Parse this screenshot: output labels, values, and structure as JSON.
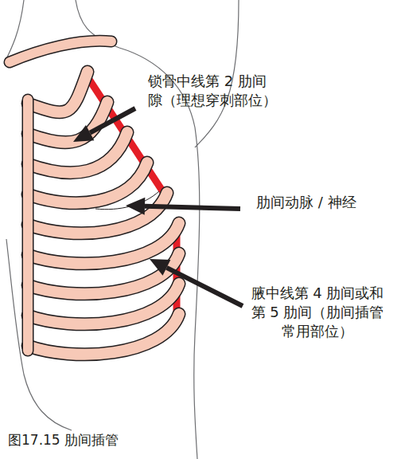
{
  "diagram": {
    "caption": "图17.15 肋间插管",
    "labels": [
      "锁骨中线第 2 肋间 隙（理想穿刺部位）",
      "肋间动脉 / 神经",
      "腋中线第 4 肋间或和 第 5 肋间（肋间插管 常用部位）"
    ]
  }
}
